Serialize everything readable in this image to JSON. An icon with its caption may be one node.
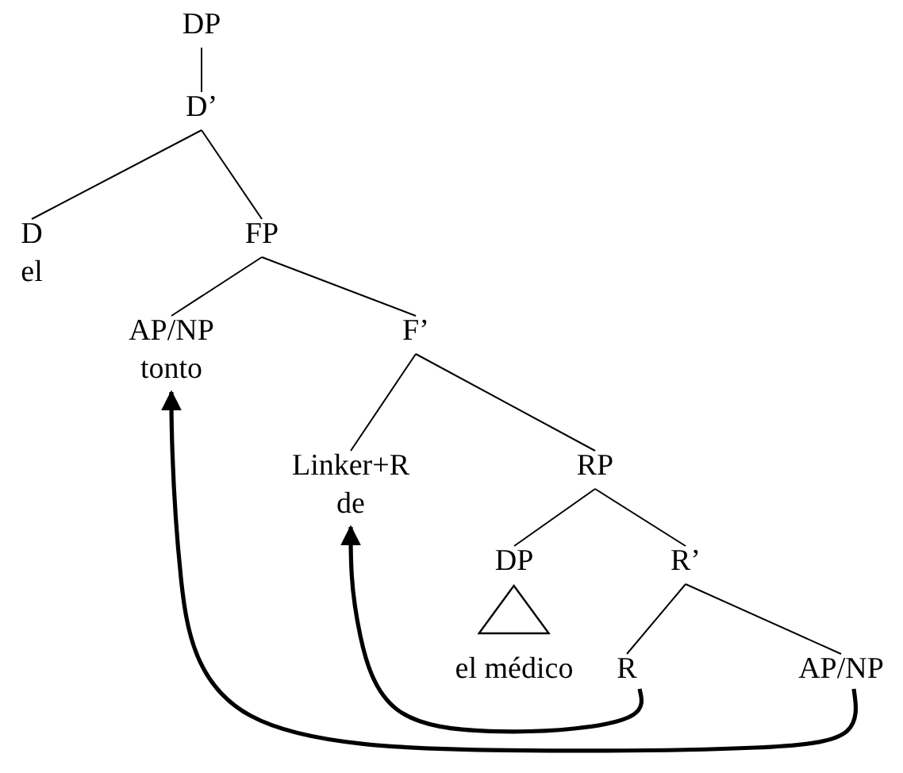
{
  "diagram": {
    "nodes": [
      {
        "text": [
          "DP"
        ]
      },
      {
        "text": [
          "D’"
        ]
      },
      {
        "text": [
          "D",
          "el"
        ]
      },
      {
        "text": [
          "FP"
        ]
      },
      {
        "text": [
          "AP/NP",
          "tonto"
        ]
      },
      {
        "text": [
          "F’"
        ]
      },
      {
        "text": [
          "Linker+R",
          "de"
        ]
      },
      {
        "text": [
          "RP"
        ]
      },
      {
        "text": [
          "DP",
          "el médico"
        ]
      },
      {
        "text": [
          "R’"
        ]
      },
      {
        "text": [
          "R"
        ]
      },
      {
        "text": [
          "AP/NP"
        ]
      }
    ],
    "edges": [
      {
        "from": 0,
        "to": 1,
        "arrow": "none"
      },
      {
        "from": 1,
        "to": 2,
        "arrow": "none"
      },
      {
        "from": 1,
        "to": 3,
        "arrow": "none"
      },
      {
        "from": 3,
        "to": 4,
        "arrow": "none"
      },
      {
        "from": 3,
        "to": 5,
        "arrow": "none"
      },
      {
        "from": 5,
        "to": 6,
        "arrow": "none"
      },
      {
        "from": 5,
        "to": 7,
        "arrow": "none"
      },
      {
        "from": 7,
        "to": 8,
        "arrow": "none"
      },
      {
        "from": 7,
        "to": 9,
        "arrow": "none"
      },
      {
        "from": 9,
        "to": 10,
        "arrow": "none"
      },
      {
        "from": 9,
        "to": 11,
        "arrow": "none"
      },
      {
        "from": 10,
        "to": 6,
        "arrow": "to",
        "style": "thick"
      },
      {
        "from": 11,
        "to": 4,
        "arrow": "to",
        "style": "thick"
      }
    ]
  }
}
